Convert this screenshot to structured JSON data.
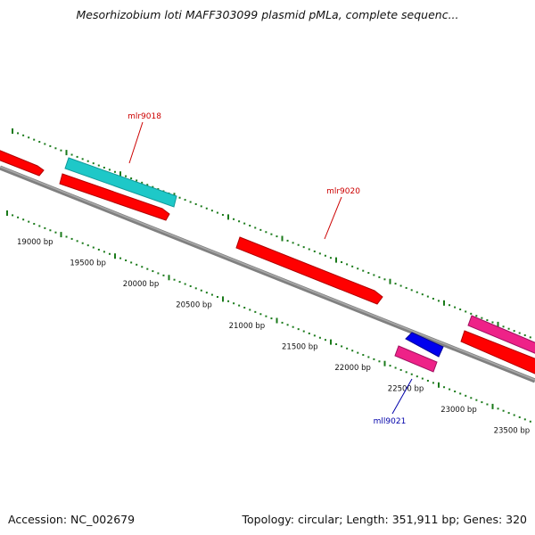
{
  "title": "Mesorhizobium loti MAFF303099 plasmid pMLa, complete sequenc...",
  "footer": {
    "accession": "Accession: NC_002679",
    "summary": "Topology: circular; Length: 351,911 bp; Genes: 320"
  },
  "scale_labels": [
    "19000 bp",
    "19500 bp",
    "20000 bp",
    "20500 bp",
    "21000 bp",
    "21500 bp",
    "22000 bp",
    "22500 bp",
    "23000 bp",
    "23500 bp"
  ],
  "genes": [
    {
      "name": "mlr9018",
      "color": "#cc0000"
    },
    {
      "name": "mlr9020",
      "color": "#cc0000"
    },
    {
      "name": "mll9021",
      "color": "#0000aa"
    }
  ],
  "colors": {
    "cds_red": "#ff0000",
    "cds_cyan": "#1ec8c8",
    "cds_magenta": "#ee2288",
    "cds_blue": "#0000ee",
    "backbone": "#808080",
    "tick_green": "#1a7a1a"
  }
}
